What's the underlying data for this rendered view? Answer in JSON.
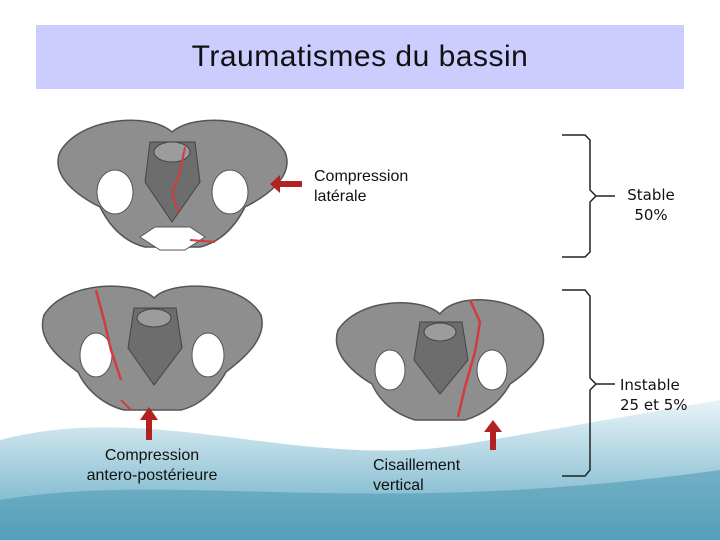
{
  "slide": {
    "title": "Traumatismes du bassin",
    "colors": {
      "title_bg": "#ccccff",
      "bone": "#8c8c8c",
      "fracture": "#c0392b",
      "arrow": "#b22222"
    }
  },
  "figures": [
    {
      "name": "pelvis-lateral-compression",
      "caption_lines": [
        "Compression",
        "latérale"
      ]
    },
    {
      "name": "pelvis-ap-compression",
      "caption_lines": [
        "Compression",
        "antero-postérieure"
      ]
    },
    {
      "name": "pelvis-vertical-shear",
      "caption_lines": [
        "Cisaillement",
        "vertical"
      ]
    }
  ],
  "groups": {
    "stable": {
      "label": "Stable",
      "value": "50%"
    },
    "unstable": {
      "label": "Instable",
      "value": "25 et 5%"
    }
  }
}
